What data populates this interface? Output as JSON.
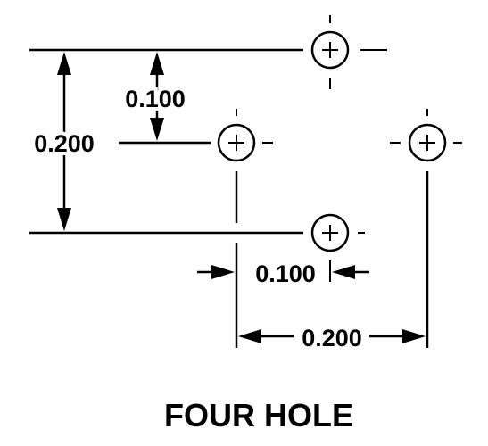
{
  "diagram": {
    "title": "FOUR HOLE",
    "dim_vertical_outer": "0.200",
    "dim_vertical_inner": "0.100",
    "dim_horizontal_inner": "0.100",
    "dim_horizontal_outer": "0.200"
  },
  "holes": [
    {
      "name": "top-hole"
    },
    {
      "name": "middle-left-hole"
    },
    {
      "name": "middle-right-hole"
    },
    {
      "name": "bottom-hole"
    }
  ],
  "colors": {
    "ink": "#000000",
    "background": "#ffffff"
  }
}
